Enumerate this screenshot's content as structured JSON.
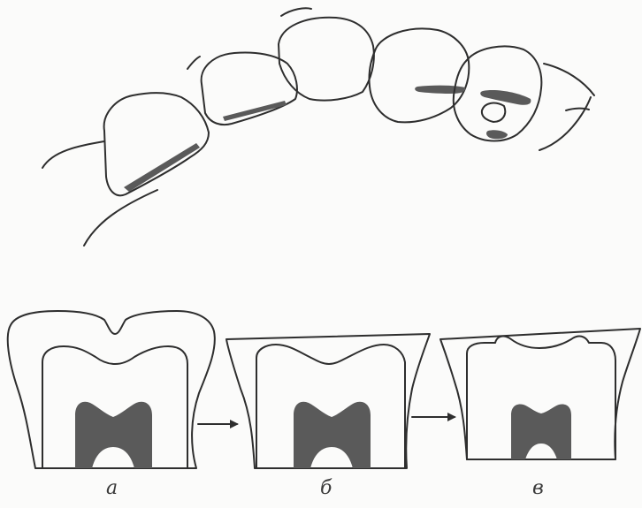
{
  "labels": {
    "a": "а",
    "b": "б",
    "c": "в"
  },
  "colors": {
    "line": "#2e2e2e",
    "pulp_fill": "#5a5a5a",
    "background": "#fbfbfa"
  }
}
